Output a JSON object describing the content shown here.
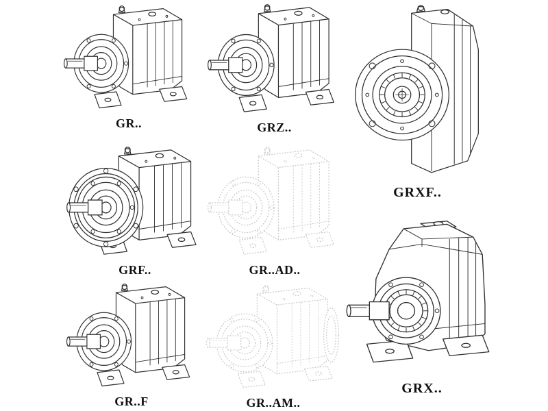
{
  "page": {
    "background": "#ffffff",
    "line_color": "#2f2f2f",
    "ghost_color": "#c6c6c6",
    "label_color": "#101010"
  },
  "cells": [
    {
      "id": "gr",
      "label": "GR..",
      "drawing": "foot-mounted-helical-gear-reducer",
      "style": "solid"
    },
    {
      "id": "grz",
      "label": "GRZ..",
      "drawing": "foot-mounted-helical-gear-reducer",
      "style": "solid"
    },
    {
      "id": "grxf",
      "label": "GRXF..",
      "drawing": "flange-mounted-gear-reducer-front-view",
      "style": "solid"
    },
    {
      "id": "grf",
      "label": "GRF..",
      "drawing": "flange-mounted-helical-gear-reducer",
      "style": "solid"
    },
    {
      "id": "gr-ad",
      "label": "GR..AD..",
      "drawing": "gear-reducer-with-input-adapter",
      "style": "ghost"
    },
    {
      "id": "grx",
      "label": "GRX..",
      "drawing": "large-foot-mounted-gear-reducer",
      "style": "solid"
    },
    {
      "id": "gr-f",
      "label": "GR..F",
      "drawing": "foot-mounted-helical-gear-reducer",
      "style": "solid"
    },
    {
      "id": "gr-am",
      "label": "GR..AM..",
      "drawing": "gear-reducer-with-motor-flange-adapter",
      "style": "ghost"
    }
  ]
}
